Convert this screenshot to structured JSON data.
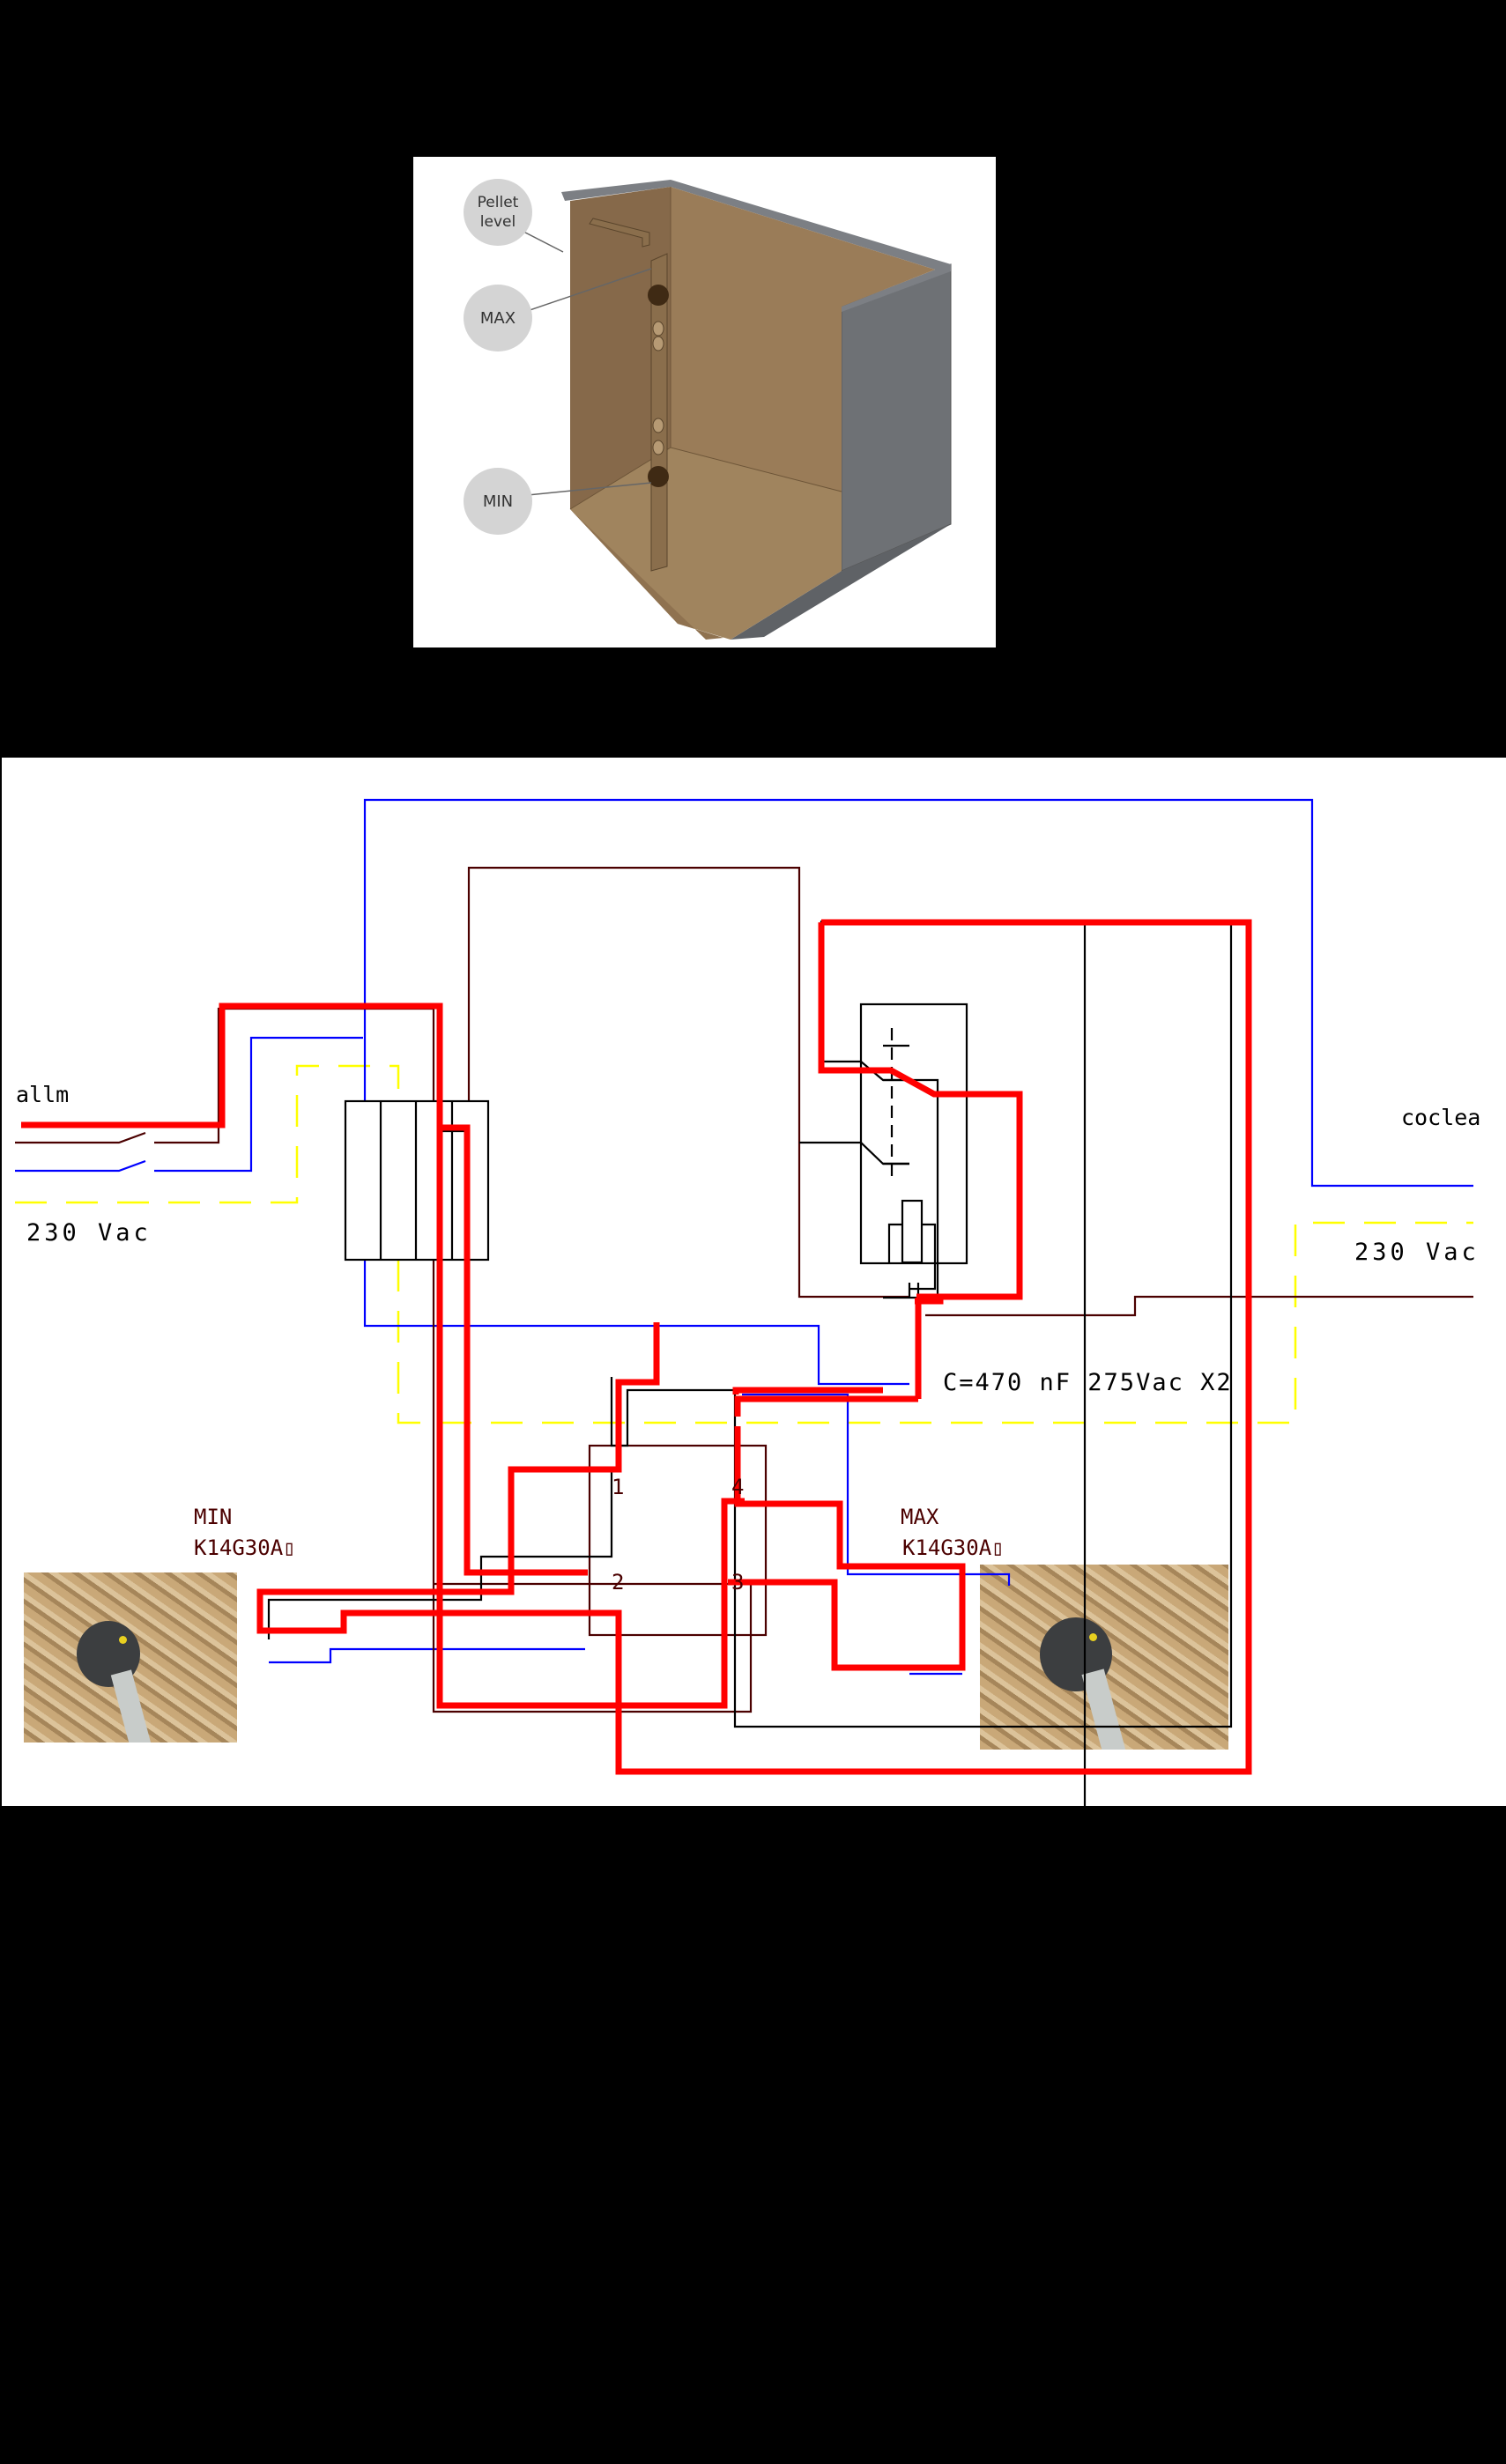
{
  "hopper_figure": {
    "callouts": [
      {
        "label_line1": "Pellet",
        "label_line2": "level"
      },
      {
        "label_line1": "MAX",
        "label_line2": ""
      },
      {
        "label_line1": "MIN",
        "label_line2": ""
      }
    ],
    "colors": {
      "interior": "#8b6e4a",
      "wall": "#6e7175",
      "bubble": "#d4d4d4"
    }
  },
  "schematic": {
    "labels": {
      "supply_name": "allm",
      "supply_voltage": "230 Vac",
      "output_name": "coclea",
      "output_voltage": "230 Vac",
      "capacitor": "C=470 nF 275Vac   X2",
      "min_sensor_title": "MIN",
      "min_sensor_model": "K14G30A▯",
      "max_sensor_title": "MAX",
      "max_sensor_model": "K14G30A▯"
    },
    "terminals": [
      "1",
      "2",
      "3",
      "4"
    ],
    "colors": {
      "phase_highlight": "#ff0000",
      "neutral": "#0000ff",
      "earth": "#ffff00",
      "phase": "#4b0000",
      "conductor": "#000000"
    }
  }
}
